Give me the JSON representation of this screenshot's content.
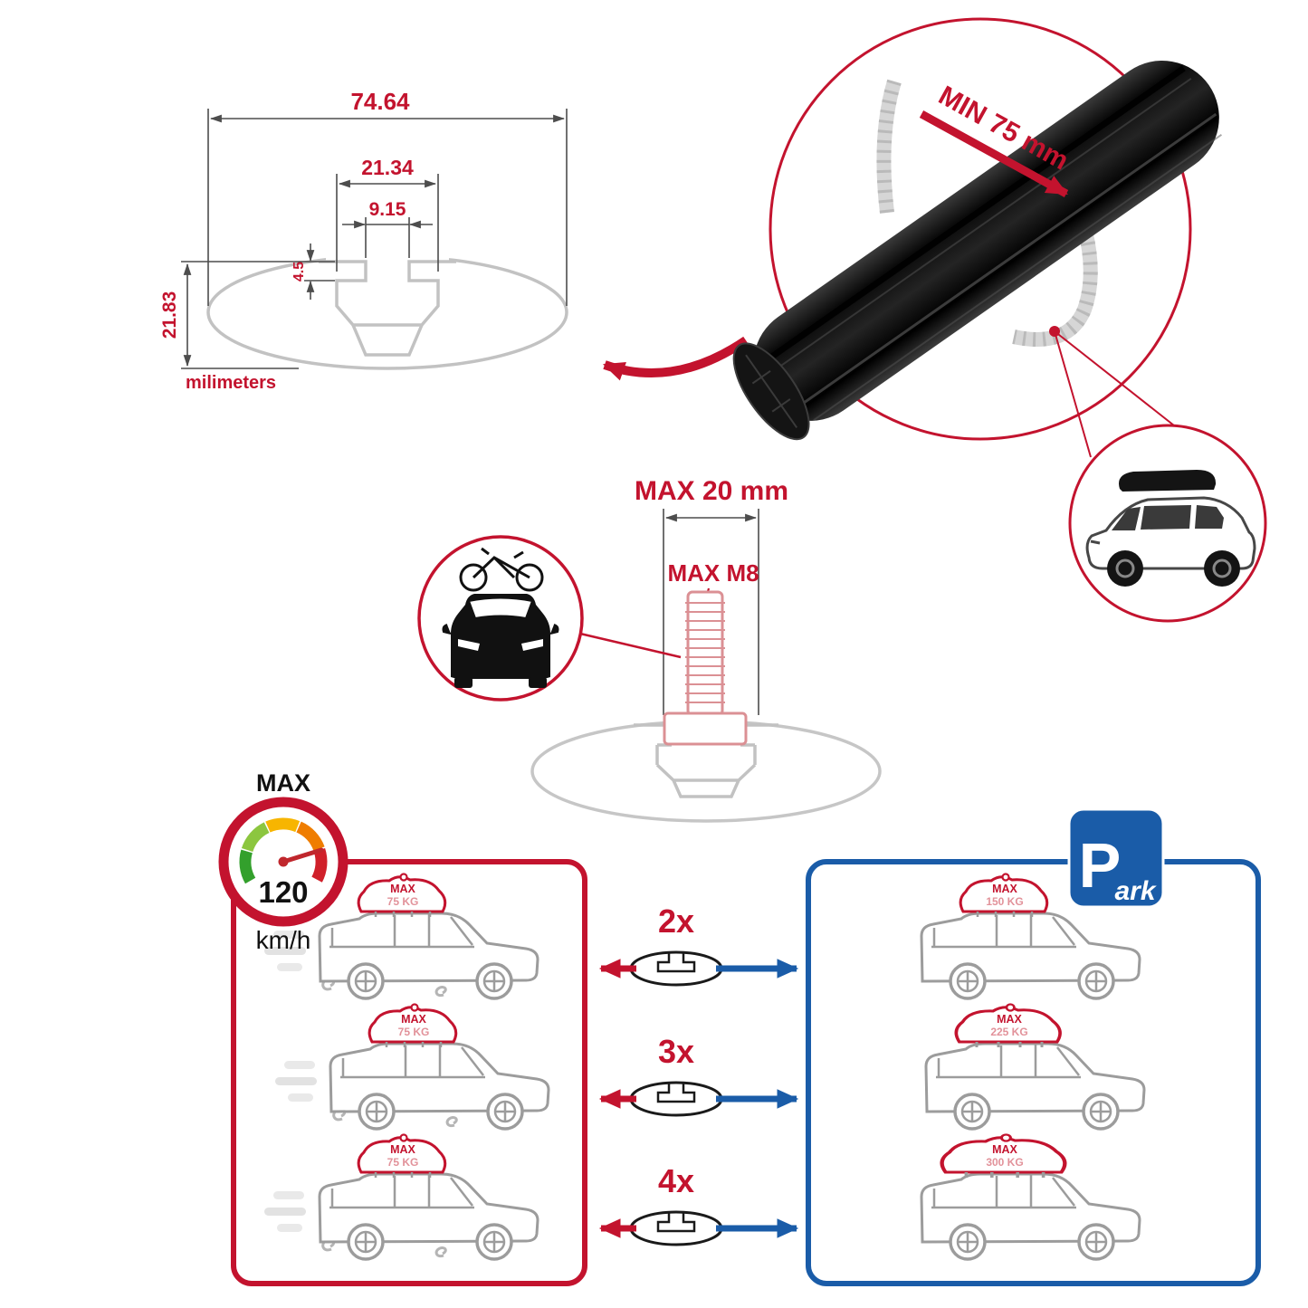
{
  "colors": {
    "red": "#c3132e",
    "blue": "#1a5ca8",
    "pink": "#e2929a",
    "gray": "#c2c2c2",
    "black": "#111111"
  },
  "dimension_diagram": {
    "total_width": "74.64",
    "channel_width": "21.34",
    "slot_width": "9.15",
    "slot_depth": "4.5",
    "total_height": "21.83",
    "units": "milimeters"
  },
  "crossbar_detail": {
    "min_label": "MIN 75 mm"
  },
  "bolt_detail": {
    "max_length": "MAX 20 mm",
    "max_thread": "MAX M8"
  },
  "speedometer": {
    "label": "MAX",
    "value": "120",
    "units": "km/h"
  },
  "multipliers": [
    "2x",
    "3x",
    "4x"
  ],
  "left_panel": {
    "cars": [
      {
        "max": "MAX",
        "weight": "75 KG"
      },
      {
        "max": "MAX",
        "weight": "75 KG"
      },
      {
        "max": "MAX",
        "weight": "75 KG"
      }
    ]
  },
  "right_panel": {
    "cars": [
      {
        "max": "MAX",
        "weight": "150 KG"
      },
      {
        "max": "MAX",
        "weight": "225 KG"
      },
      {
        "max": "MAX",
        "weight": "300 KG"
      }
    ]
  },
  "park_sign": {
    "letter": "P",
    "script": "ark"
  }
}
